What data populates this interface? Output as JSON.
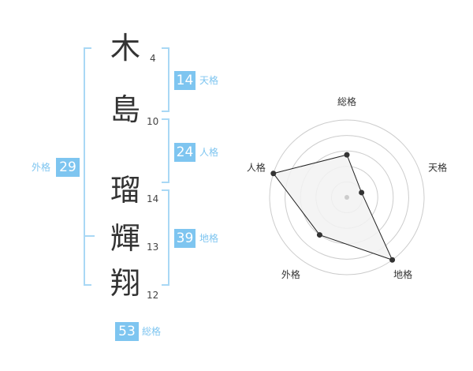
{
  "name": {
    "characters": [
      {
        "char": "木",
        "strokes": "4"
      },
      {
        "char": "島",
        "strokes": "10"
      },
      {
        "char": "瑠",
        "strokes": "14"
      },
      {
        "char": "輝",
        "strokes": "13"
      },
      {
        "char": "翔",
        "strokes": "12"
      }
    ]
  },
  "fortunes": {
    "tenkaku": {
      "value": "14",
      "label": "天格"
    },
    "jinkaku": {
      "value": "24",
      "label": "人格"
    },
    "chikaku": {
      "value": "39",
      "label": "地格"
    },
    "gaikaku": {
      "value": "29",
      "label": "外格"
    },
    "soukaku": {
      "value": "53",
      "label": "総格"
    }
  },
  "radar": {
    "axes": [
      "総格",
      "天格",
      "地格",
      "外格",
      "人格"
    ],
    "values": [
      0.55,
      0.2,
      1.0,
      0.6,
      1.0
    ],
    "rings": 5,
    "colors": {
      "ring": "#cccccc",
      "fill": "#f2f2f2",
      "line": "#222222",
      "point": "#333333"
    }
  }
}
